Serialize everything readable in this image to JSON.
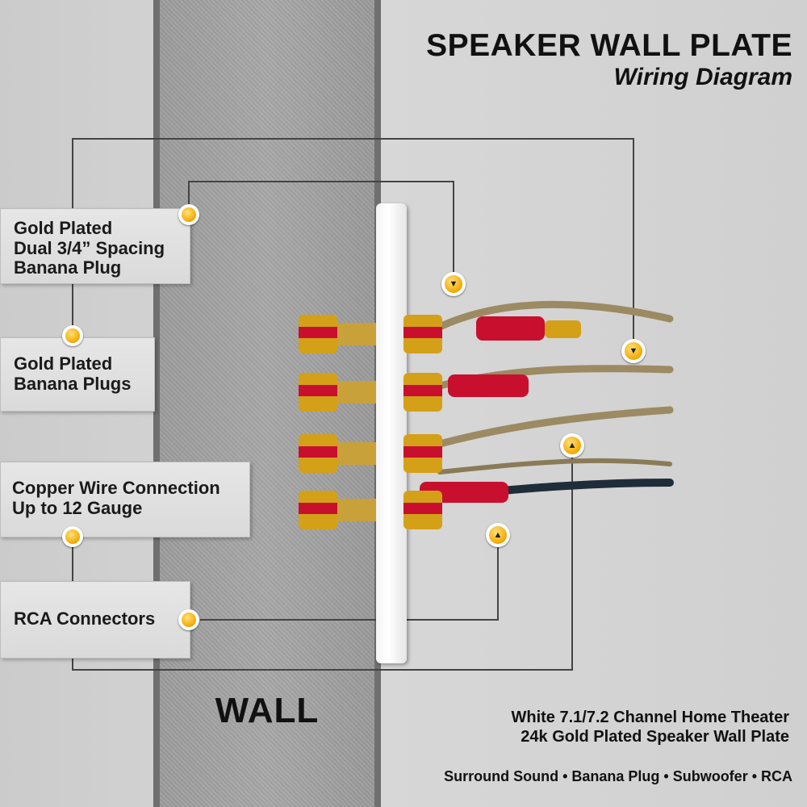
{
  "title": {
    "main": "SPEAKER WALL PLATE",
    "sub": "Wiring Diagram"
  },
  "callouts": [
    {
      "lines": [
        "Gold Plated",
        "Dual 3/4” Spacing",
        "Banana Plug"
      ]
    },
    {
      "lines": [
        "Gold Plated",
        "Banana Plugs"
      ]
    },
    {
      "lines": [
        "Copper Wire Connection",
        "Up to 12 Gauge"
      ]
    },
    {
      "lines": [
        "RCA Connectors"
      ]
    }
  ],
  "wall_label": "WALL",
  "footer": {
    "line1": "White 7.1/7.2 Channel Home Theater",
    "line2": "24k Gold Plated Speaker Wall Plate",
    "tags": "Surround Sound • Banana Plug • Subwoofer • RCA"
  },
  "colors": {
    "wall": "#a3a3a3",
    "background": "#d3d3d3",
    "marker_gold": "#f4a700",
    "post_red": "#c8102e",
    "post_gold": "#d4a017",
    "plate": "#ffffff",
    "leader_line": "#444444"
  },
  "icons": {
    "marker": "gold-dot-icon",
    "down_marker": "down-arrow-marker-icon",
    "up_marker": "up-arrow-marker-icon"
  }
}
